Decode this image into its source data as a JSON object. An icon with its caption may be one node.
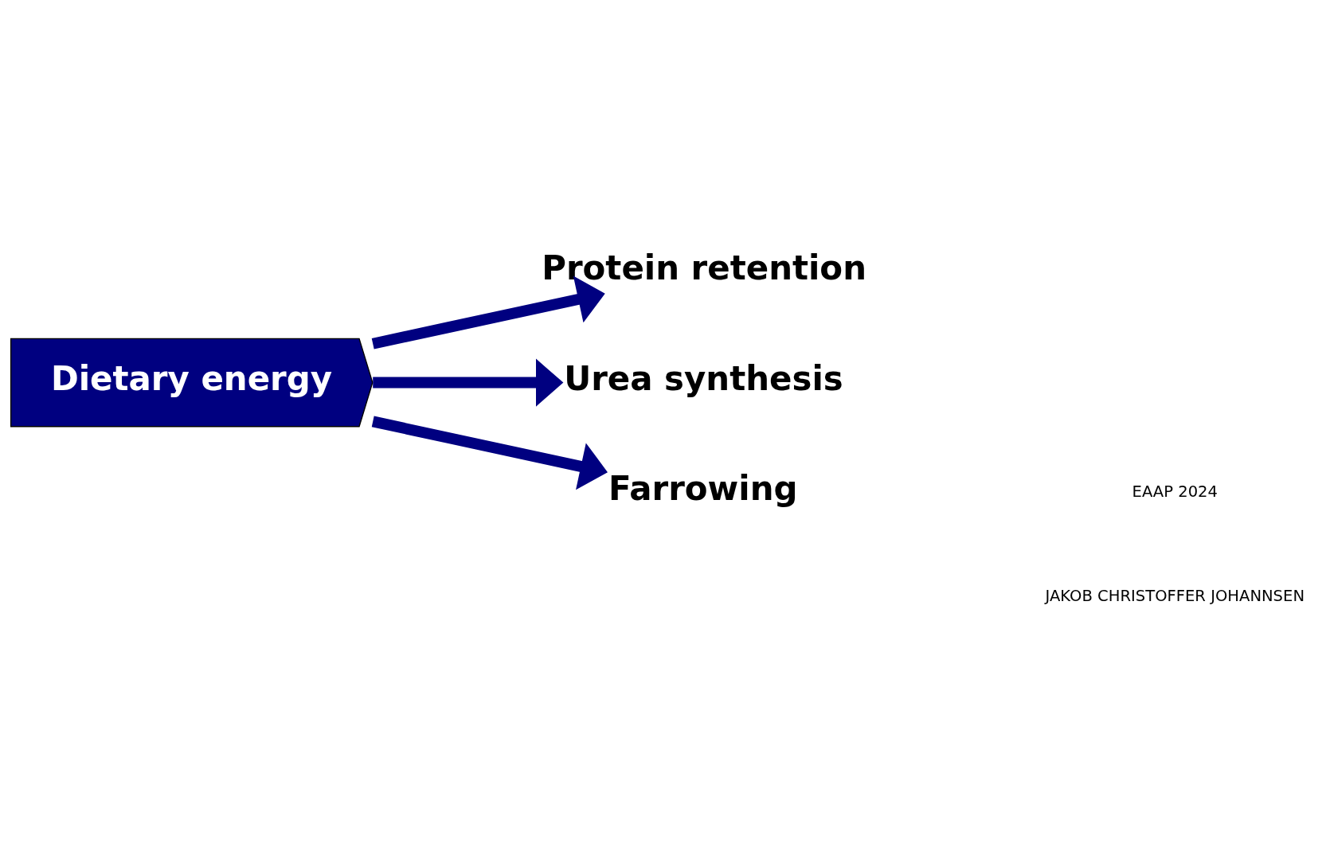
{
  "diagram": {
    "nodes": [
      {
        "text": [
          "Dietary energy"
        ]
      },
      {
        "text": [
          "Protein retention"
        ]
      },
      {
        "text": [
          "Urea synthesis"
        ]
      },
      {
        "text": [
          "Farrowing"
        ]
      }
    ],
    "edges": [
      {
        "from": 0,
        "to": 1,
        "arrow": "to"
      },
      {
        "from": 0,
        "to": 2,
        "arrow": "to"
      },
      {
        "from": 0,
        "to": 3,
        "arrow": "to"
      }
    ],
    "labels": [
      "EAAP 2024",
      "JAKOB CHRISTOFFER JOHANNSEN"
    ]
  }
}
